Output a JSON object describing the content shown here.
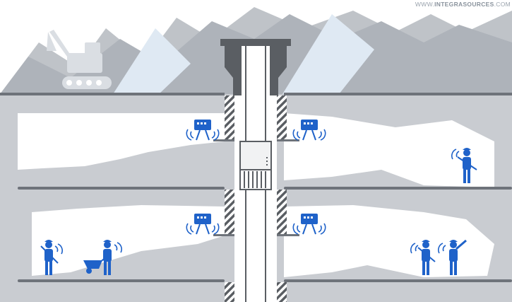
{
  "watermark": {
    "prefix": "WWW.",
    "brand": "INTEGRASOURCES",
    "suffix": ".COM"
  },
  "colors": {
    "rock": "#c9ccd1",
    "mountain_dark": "#aeb3ba",
    "mountain_mid": "#bfc3c8",
    "sky_peak": "#dfe9f3",
    "floor": "#6e737a",
    "shaft_dark": "#5a5e63",
    "cage": "#f1f2f3",
    "worker": "#1f62c9",
    "device": "#1f62c9",
    "signal": "#1f62c9",
    "excavator": "#dadee3"
  },
  "icons": {
    "excavator": "excavator-icon",
    "signal_device": "wireless-gateway-icon",
    "worker": "miner-worker-icon",
    "wheelbarrow": "wheelbarrow-icon",
    "cage": "mine-elevator-cage-icon"
  }
}
